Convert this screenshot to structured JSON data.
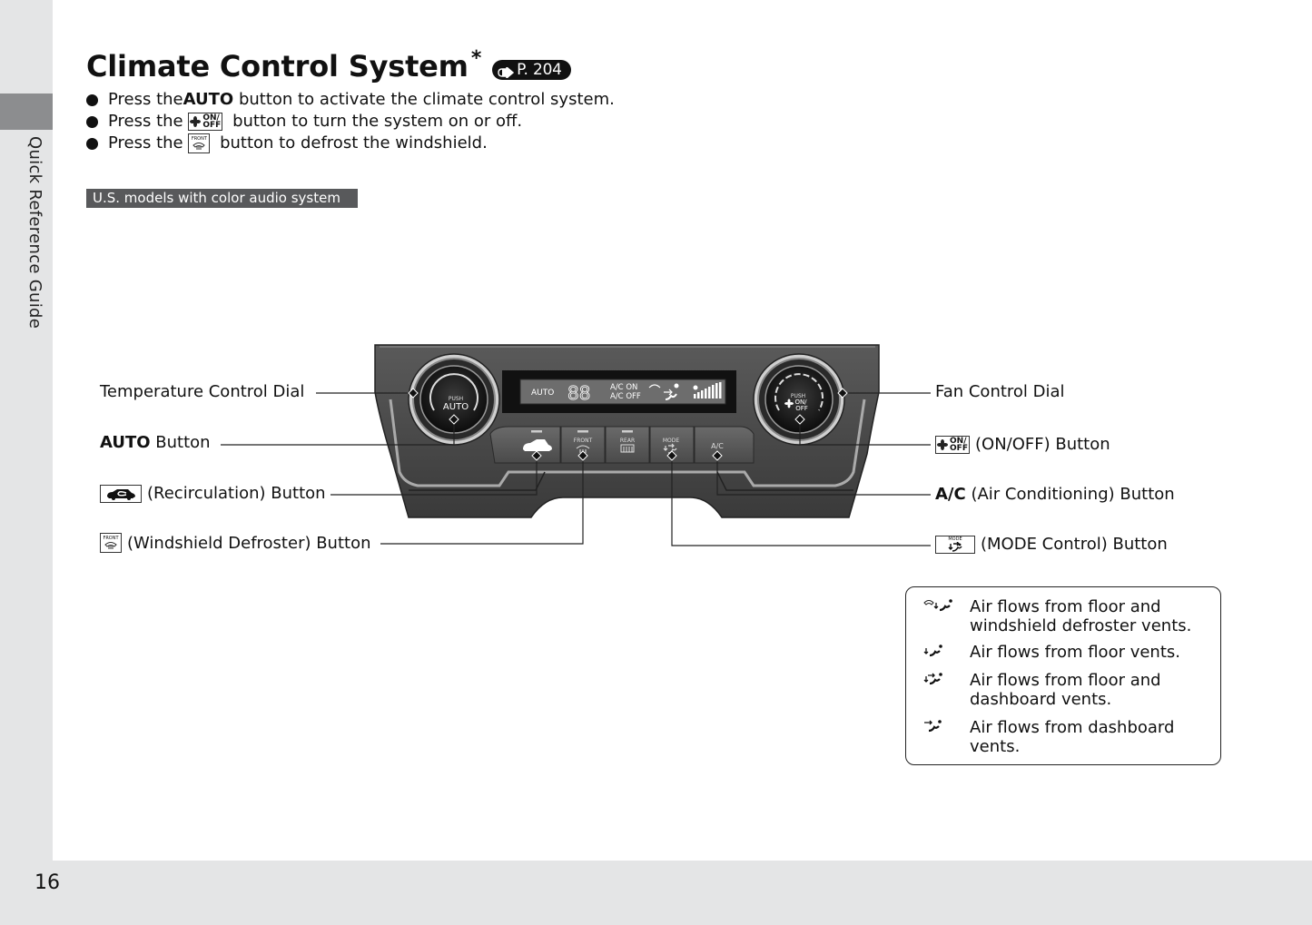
{
  "sidebar": {
    "section_label": "Quick Reference Guide"
  },
  "page_number": "16",
  "header": {
    "title": "Climate Control System",
    "title_marker": "*",
    "page_ref": "P. 204"
  },
  "bullets": [
    {
      "pre": "Press the ",
      "bold": "AUTO",
      "post": " button to activate the climate control system."
    },
    {
      "pre": "Press the ",
      "icon": "fan-on-off-icon",
      "icon_text_top": "ON/",
      "icon_text_bottom": "OFF",
      "post": " button to turn the system on or off."
    },
    {
      "pre": "Press the ",
      "icon": "front-defroster-icon",
      "icon_text_top": "FRONT",
      "post": " button to defrost the windshield."
    }
  ],
  "section_tag": "U.S. models with color audio system",
  "panel": {
    "display": {
      "auto": "AUTO",
      "temp_digits": "88",
      "ac_on": "A/C ON",
      "ac_off": "A/C OFF"
    },
    "left_dial": {
      "push": "PUSH",
      "label": "AUTO"
    },
    "right_dial": {
      "push": "PUSH",
      "label_top": "ON/",
      "label_bottom": "OFF"
    },
    "buttons": [
      {
        "id": "recirculation",
        "label": ""
      },
      {
        "id": "front-defrost",
        "label": "FRONT"
      },
      {
        "id": "rear-defrost",
        "label": "REAR"
      },
      {
        "id": "mode",
        "label": "MODE"
      },
      {
        "id": "ac",
        "label": "A/C"
      }
    ]
  },
  "callouts": {
    "left": [
      {
        "id": "temperature-dial",
        "text": "Temperature Control Dial"
      },
      {
        "id": "auto-button",
        "bold": "AUTO",
        "text": " Button"
      },
      {
        "id": "recirculation-button",
        "icon": "recirculation-icon",
        "text": "(Recirculation) Button"
      },
      {
        "id": "windshield-defroster-button",
        "icon": "front-defroster-icon",
        "text": "(Windshield Defroster) Button"
      }
    ],
    "right": [
      {
        "id": "fan-dial",
        "text": "Fan Control Dial"
      },
      {
        "id": "on-off-button",
        "icon": "fan-on-off-icon",
        "text": "(ON/OFF) Button"
      },
      {
        "id": "ac-button",
        "bold": "A/C",
        "text": " (Air Conditioning) Button"
      },
      {
        "id": "mode-button",
        "icon": "mode-icon",
        "text": "(MODE Control) Button"
      }
    ]
  },
  "legend": [
    {
      "icon": "floor-defroster-mode-icon",
      "text": [
        "Air flows from floor and",
        "windshield defroster vents."
      ]
    },
    {
      "icon": "floor-mode-icon",
      "text": [
        "Air flows from floor vents."
      ]
    },
    {
      "icon": "floor-dashboard-mode-icon",
      "text": [
        "Air flows from floor and",
        "dashboard vents."
      ]
    },
    {
      "icon": "dashboard-mode-icon",
      "text": [
        "Air flows from dashboard",
        "vents."
      ]
    }
  ],
  "icon_labels": {
    "front": "FRONT",
    "mode": "MODE",
    "on": "ON/",
    "off": "OFF"
  }
}
